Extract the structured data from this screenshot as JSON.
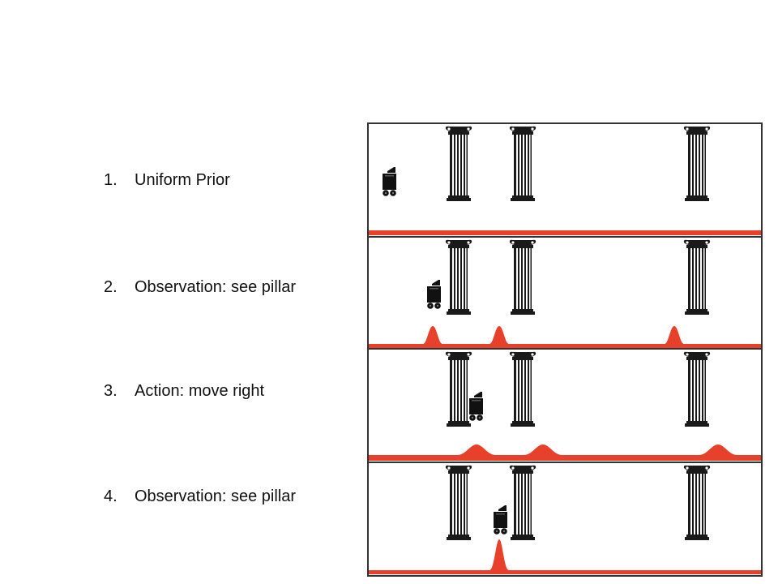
{
  "steps": [
    {
      "number": "1.",
      "label": "Uniform Prior"
    },
    {
      "number": "2.",
      "label": "Observation: see pillar"
    },
    {
      "number": "3.",
      "label": "Action: move right"
    },
    {
      "number": "4.",
      "label": "Observation: see pillar"
    }
  ],
  "colors": {
    "belief": "#e8412b",
    "pillar": "#1a1a1a",
    "robot": "#111111",
    "frame": "#333333"
  },
  "icons": [
    "pillar-icon",
    "robot-icon"
  ]
}
